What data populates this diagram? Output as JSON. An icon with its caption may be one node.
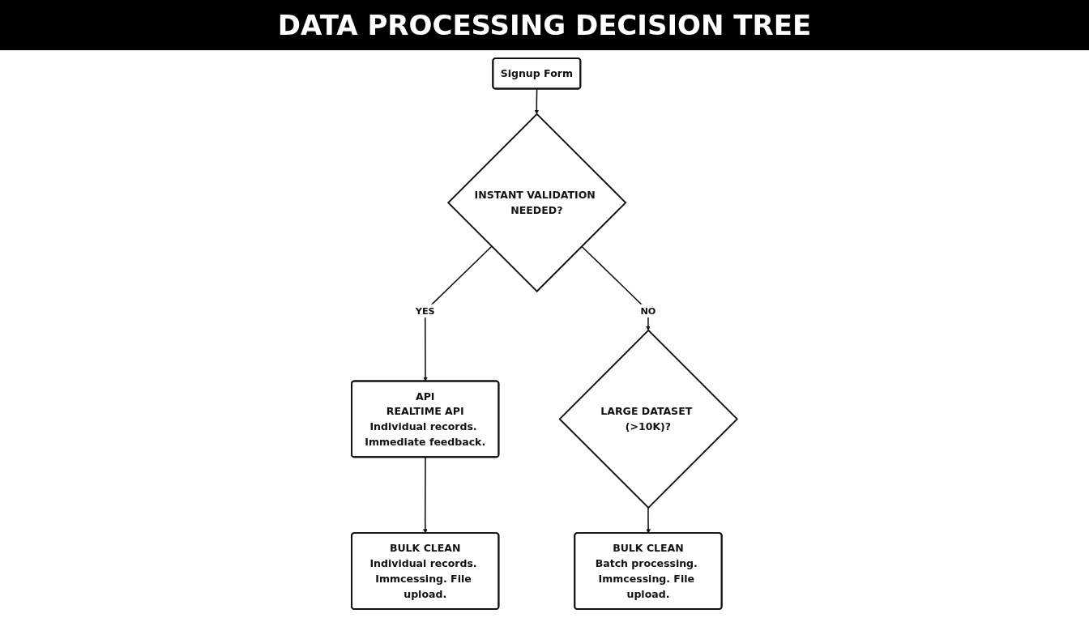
{
  "diagram": {
    "title": "DATA PROCESSING DECISION TREE",
    "nodes": [
      {
        "text": [
          "Signup Form"
        ]
      },
      {
        "text": [
          "INSTANT VALIDATION NEEDED?"
        ]
      },
      {
        "text": [
          "API",
          "REALTIME API",
          "Individual records. Immediate feedback."
        ]
      },
      {
        "text": [
          "LARGE DATASET (>10K)?"
        ]
      },
      {
        "text": [
          "BULK CLEAN",
          "Individual records. Immcessing. File upload."
        ]
      },
      {
        "text": [
          "BULK CLEAN",
          "Batch processing. Immcessing. File upload."
        ]
      }
    ],
    "edges": [
      {
        "from": 0,
        "to": 1,
        "arrow": "to"
      },
      {
        "from": 1,
        "to": 2,
        "arrow": "to",
        "label": "YES"
      },
      {
        "from": 1,
        "to": 3,
        "arrow": "to",
        "label": "NO"
      },
      {
        "from": 2,
        "to": 4,
        "arrow": "to"
      },
      {
        "from": 3,
        "to": 5,
        "arrow": "to"
      }
    ]
  }
}
